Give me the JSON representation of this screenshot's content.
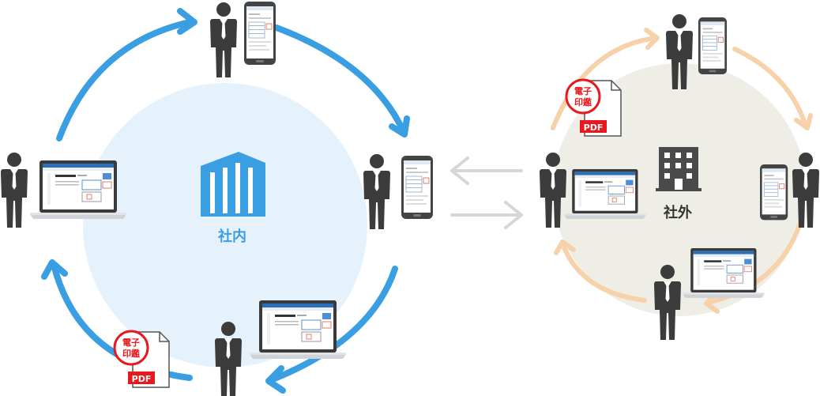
{
  "labels": {
    "internal": "社内",
    "external": "社外"
  },
  "stamp": {
    "line1": "電子",
    "line2": "印鑑",
    "file_type": "PDF"
  },
  "colors": {
    "internal_blue": "#3a9ee3",
    "internal_bg": "#e6f2fb",
    "external_orange": "#f7d1aa",
    "external_bg": "#efeee6",
    "building_dark": "#4a4a4a",
    "arrow_gray": "#d6d6d6",
    "stamp_red": "#e8191e",
    "person": "#3c3c3c"
  },
  "icons": [
    "person-icon",
    "smartphone-icon",
    "laptop-icon",
    "building-icon",
    "office-building-icon",
    "pdf-stamp-icon",
    "exchange-arrows-icon"
  ]
}
